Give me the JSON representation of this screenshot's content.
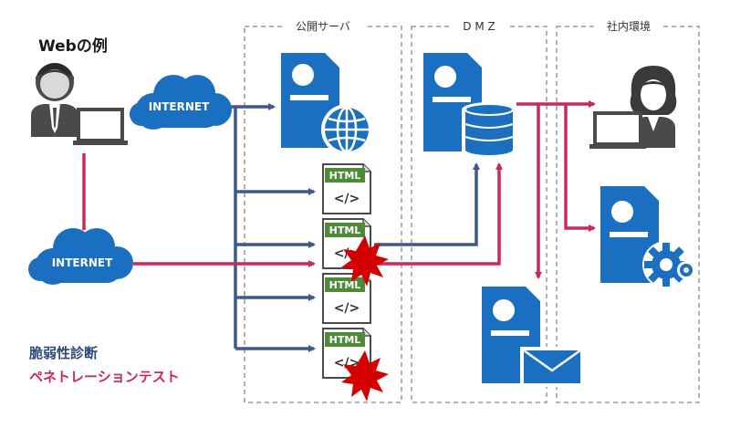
{
  "title": "Webの例",
  "zones": {
    "public": "公開サーバ",
    "dmz": "D M Z",
    "internal": "社内環境"
  },
  "clouds": {
    "top": "INTERNET",
    "bottom": "INTERNET"
  },
  "html_files": [
    {
      "label": "HTML",
      "code": "</>",
      "vulnerable": false
    },
    {
      "label": "HTML",
      "code": "</>",
      "vulnerable": true
    },
    {
      "label": "HTML",
      "code": "</>",
      "vulnerable": false
    },
    {
      "label": "HTML",
      "code": "</>",
      "vulnerable": true
    }
  ],
  "legend": {
    "vuln_scan": "脆弱性診断",
    "pen_test": "ペネトレーションテスト"
  },
  "colors": {
    "blue": "#1b6fc0",
    "navy": "#3f5a86",
    "crimson": "#c8285a",
    "green": "#4e8a3a",
    "burst": "#d40000",
    "gray": "#4a4a4a"
  },
  "icons": [
    "user-laptop-icon",
    "cloud-icon",
    "web-server-icon",
    "database-server-icon",
    "html-file-icon",
    "burst-icon",
    "employee-laptop-icon",
    "settings-server-icon",
    "mail-server-icon"
  ]
}
